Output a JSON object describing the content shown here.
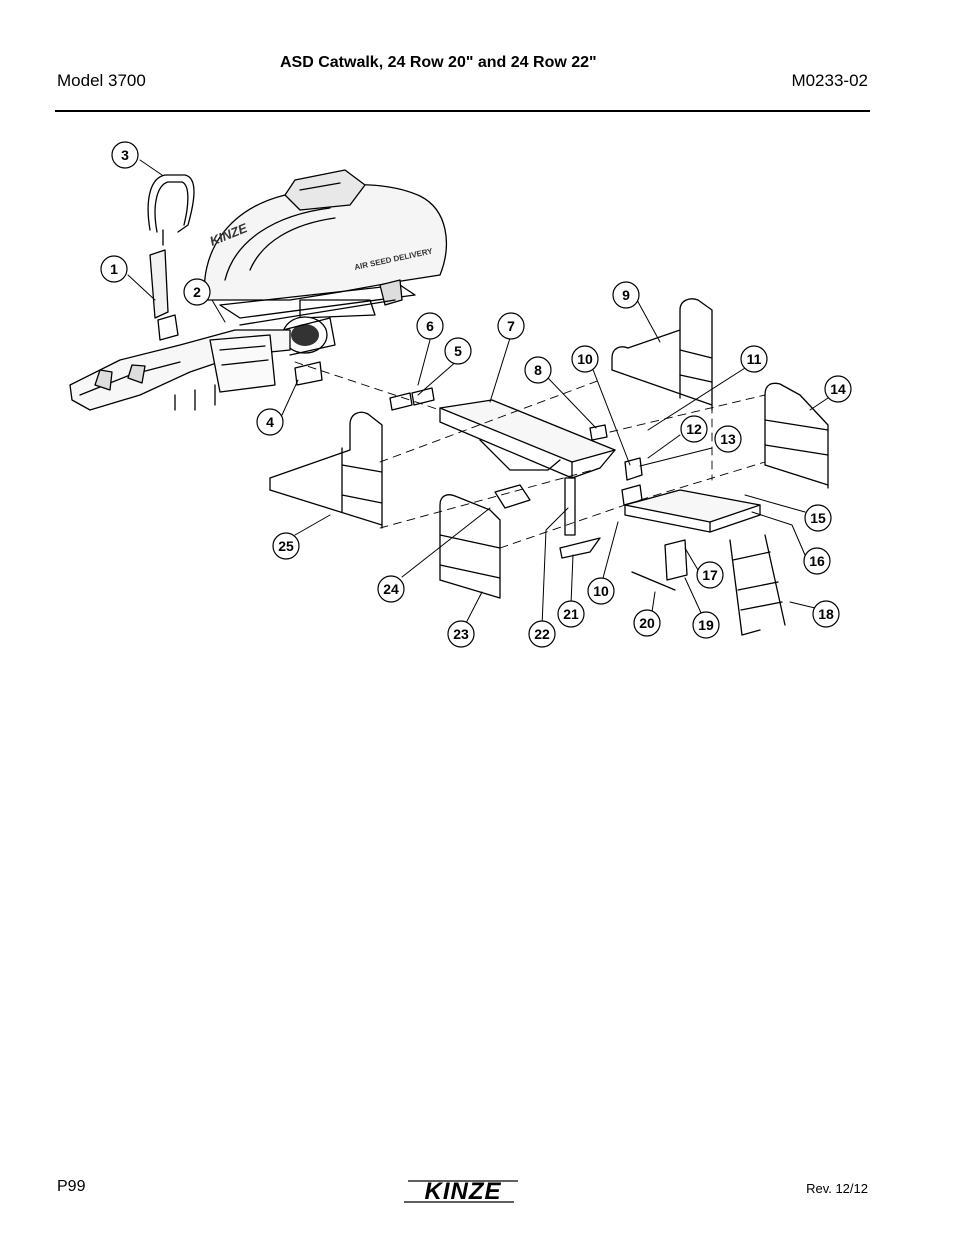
{
  "header": {
    "title": "ASD Catwalk, 24 Row 20\" and 24 Row 22\"",
    "model": "Model 3700",
    "doc_number": "M0233-02"
  },
  "callouts": [
    {
      "id": "c1",
      "label": "1"
    },
    {
      "id": "c2",
      "label": "2"
    },
    {
      "id": "c3",
      "label": "3"
    },
    {
      "id": "c4",
      "label": "4"
    },
    {
      "id": "c5",
      "label": "5"
    },
    {
      "id": "c6",
      "label": "6"
    },
    {
      "id": "c7",
      "label": "7"
    },
    {
      "id": "c8",
      "label": "8"
    },
    {
      "id": "c9",
      "label": "9"
    },
    {
      "id": "c10a",
      "label": "10"
    },
    {
      "id": "c10b",
      "label": "10"
    },
    {
      "id": "c11",
      "label": "11"
    },
    {
      "id": "c12",
      "label": "12"
    },
    {
      "id": "c13",
      "label": "13"
    },
    {
      "id": "c14",
      "label": "14"
    },
    {
      "id": "c15",
      "label": "15"
    },
    {
      "id": "c16",
      "label": "16"
    },
    {
      "id": "c17",
      "label": "17"
    },
    {
      "id": "c18",
      "label": "18"
    },
    {
      "id": "c19",
      "label": "19"
    },
    {
      "id": "c20",
      "label": "20"
    },
    {
      "id": "c21",
      "label": "21"
    },
    {
      "id": "c22",
      "label": "22"
    },
    {
      "id": "c23",
      "label": "23"
    },
    {
      "id": "c24",
      "label": "24"
    },
    {
      "id": "c25",
      "label": "25"
    }
  ],
  "hopper_text": {
    "brand": "KINZE",
    "system": "AIR SEED DELIVERY"
  },
  "footer": {
    "page": "P99",
    "logo": "KINZE",
    "revision": "Rev. 12/12"
  }
}
